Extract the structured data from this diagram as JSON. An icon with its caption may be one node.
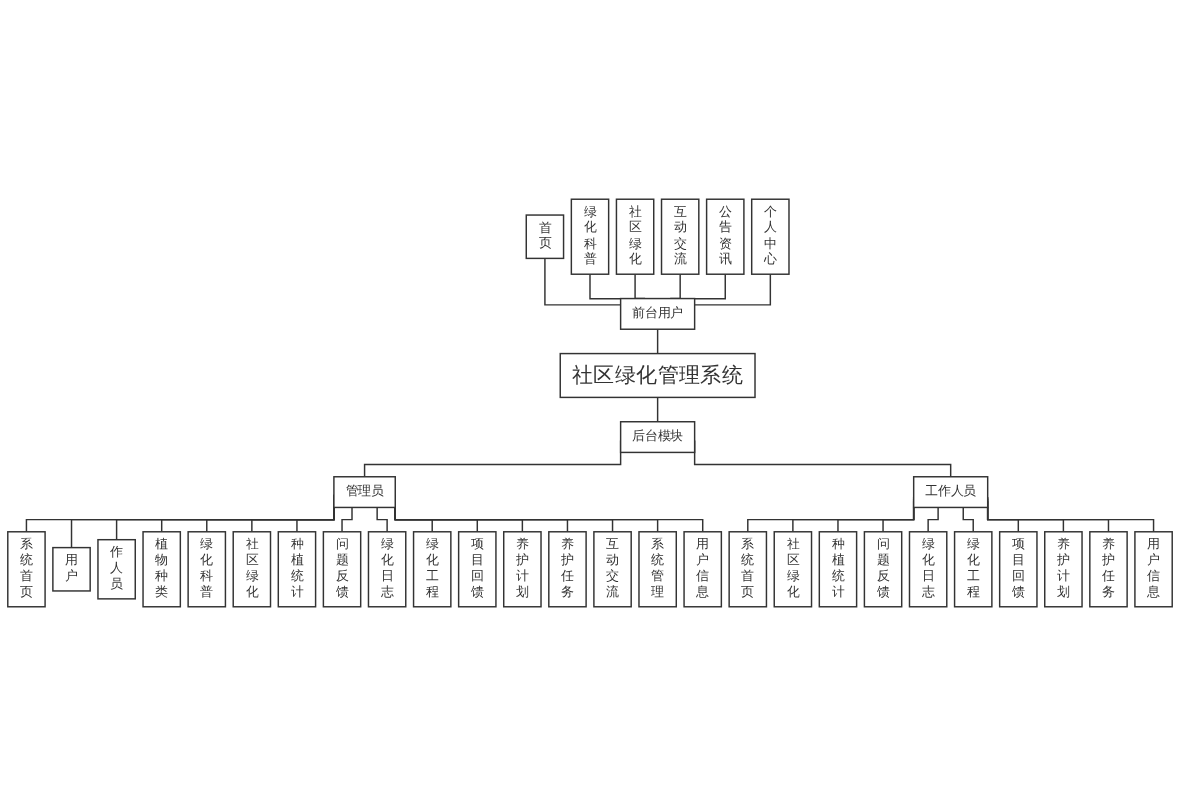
{
  "diagram": {
    "nodes": [
      {
        "text": [
          "首页"
        ]
      },
      {
        "text": [
          "绿化科普"
        ]
      },
      {
        "text": [
          "社区绿化"
        ]
      },
      {
        "text": [
          "互动交流"
        ]
      },
      {
        "text": [
          "公告资讯"
        ]
      },
      {
        "text": [
          "个人中心"
        ]
      },
      {
        "text": [
          "前台用户"
        ]
      },
      {
        "text": [
          "社区绿化管理系统"
        ]
      },
      {
        "text": [
          "后台模块"
        ]
      },
      {
        "text": [
          "管理员"
        ]
      },
      {
        "text": [
          "工作人员"
        ]
      },
      {
        "text": [
          "系统首页"
        ]
      },
      {
        "text": [
          "用户"
        ]
      },
      {
        "text": [
          "作人员"
        ]
      },
      {
        "text": [
          "植物种类"
        ]
      },
      {
        "text": [
          "绿化科普"
        ]
      },
      {
        "text": [
          "社区绿化"
        ]
      },
      {
        "text": [
          "种植统计"
        ]
      },
      {
        "text": [
          "问题反馈"
        ]
      },
      {
        "text": [
          "绿化日志"
        ]
      },
      {
        "text": [
          "绿化工程"
        ]
      },
      {
        "text": [
          "项目回馈"
        ]
      },
      {
        "text": [
          "养护计划"
        ]
      },
      {
        "text": [
          "养护任务"
        ]
      },
      {
        "text": [
          "互动交流"
        ]
      },
      {
        "text": [
          "系统管理"
        ]
      },
      {
        "text": [
          "用户信息"
        ]
      },
      {
        "text": [
          "系统首页"
        ]
      },
      {
        "text": [
          "社区绿化"
        ]
      },
      {
        "text": [
          "种植统计"
        ]
      },
      {
        "text": [
          "问题反馈"
        ]
      },
      {
        "text": [
          "绿化日志"
        ]
      },
      {
        "text": [
          "绿化工程"
        ]
      },
      {
        "text": [
          "项目回馈"
        ]
      },
      {
        "text": [
          "养护计划"
        ]
      },
      {
        "text": [
          "养护任务"
        ]
      },
      {
        "text": [
          "用户信息"
        ]
      }
    ],
    "edges": [
      {
        "from": 0,
        "to": 6,
        "arrow": "none"
      },
      {
        "from": 1,
        "to": 6,
        "arrow": "none"
      },
      {
        "from": 2,
        "to": 6,
        "arrow": "none"
      },
      {
        "from": 3,
        "to": 6,
        "arrow": "none"
      },
      {
        "from": 4,
        "to": 6,
        "arrow": "none"
      },
      {
        "from": 5,
        "to": 6,
        "arrow": "none"
      },
      {
        "from": 6,
        "to": 7,
        "arrow": "none"
      },
      {
        "from": 7,
        "to": 8,
        "arrow": "none"
      },
      {
        "from": 8,
        "to": 9,
        "arrow": "none"
      },
      {
        "from": 8,
        "to": 10,
        "arrow": "none"
      },
      {
        "from": 9,
        "to": 11,
        "arrow": "none"
      },
      {
        "from": 9,
        "to": 12,
        "arrow": "none"
      },
      {
        "from": 9,
        "to": 13,
        "arrow": "none"
      },
      {
        "from": 9,
        "to": 14,
        "arrow": "none"
      },
      {
        "from": 9,
        "to": 15,
        "arrow": "none"
      },
      {
        "from": 9,
        "to": 16,
        "arrow": "none"
      },
      {
        "from": 9,
        "to": 17,
        "arrow": "none"
      },
      {
        "from": 9,
        "to": 18,
        "arrow": "none"
      },
      {
        "from": 9,
        "to": 19,
        "arrow": "none"
      },
      {
        "from": 9,
        "to": 20,
        "arrow": "none"
      },
      {
        "from": 9,
        "to": 21,
        "arrow": "none"
      },
      {
        "from": 9,
        "to": 22,
        "arrow": "none"
      },
      {
        "from": 9,
        "to": 23,
        "arrow": "none"
      },
      {
        "from": 9,
        "to": 24,
        "arrow": "none"
      },
      {
        "from": 9,
        "to": 25,
        "arrow": "none"
      },
      {
        "from": 9,
        "to": 26,
        "arrow": "none"
      },
      {
        "from": 10,
        "to": 27,
        "arrow": "none"
      },
      {
        "from": 10,
        "to": 28,
        "arrow": "none"
      },
      {
        "from": 10,
        "to": 29,
        "arrow": "none"
      },
      {
        "from": 10,
        "to": 30,
        "arrow": "none"
      },
      {
        "from": 10,
        "to": 31,
        "arrow": "none"
      },
      {
        "from": 10,
        "to": 32,
        "arrow": "none"
      },
      {
        "from": 10,
        "to": 33,
        "arrow": "none"
      },
      {
        "from": 10,
        "to": 34,
        "arrow": "none"
      },
      {
        "from": 10,
        "to": 35,
        "arrow": "none"
      },
      {
        "from": 10,
        "to": 36,
        "arrow": "none"
      }
    ]
  }
}
